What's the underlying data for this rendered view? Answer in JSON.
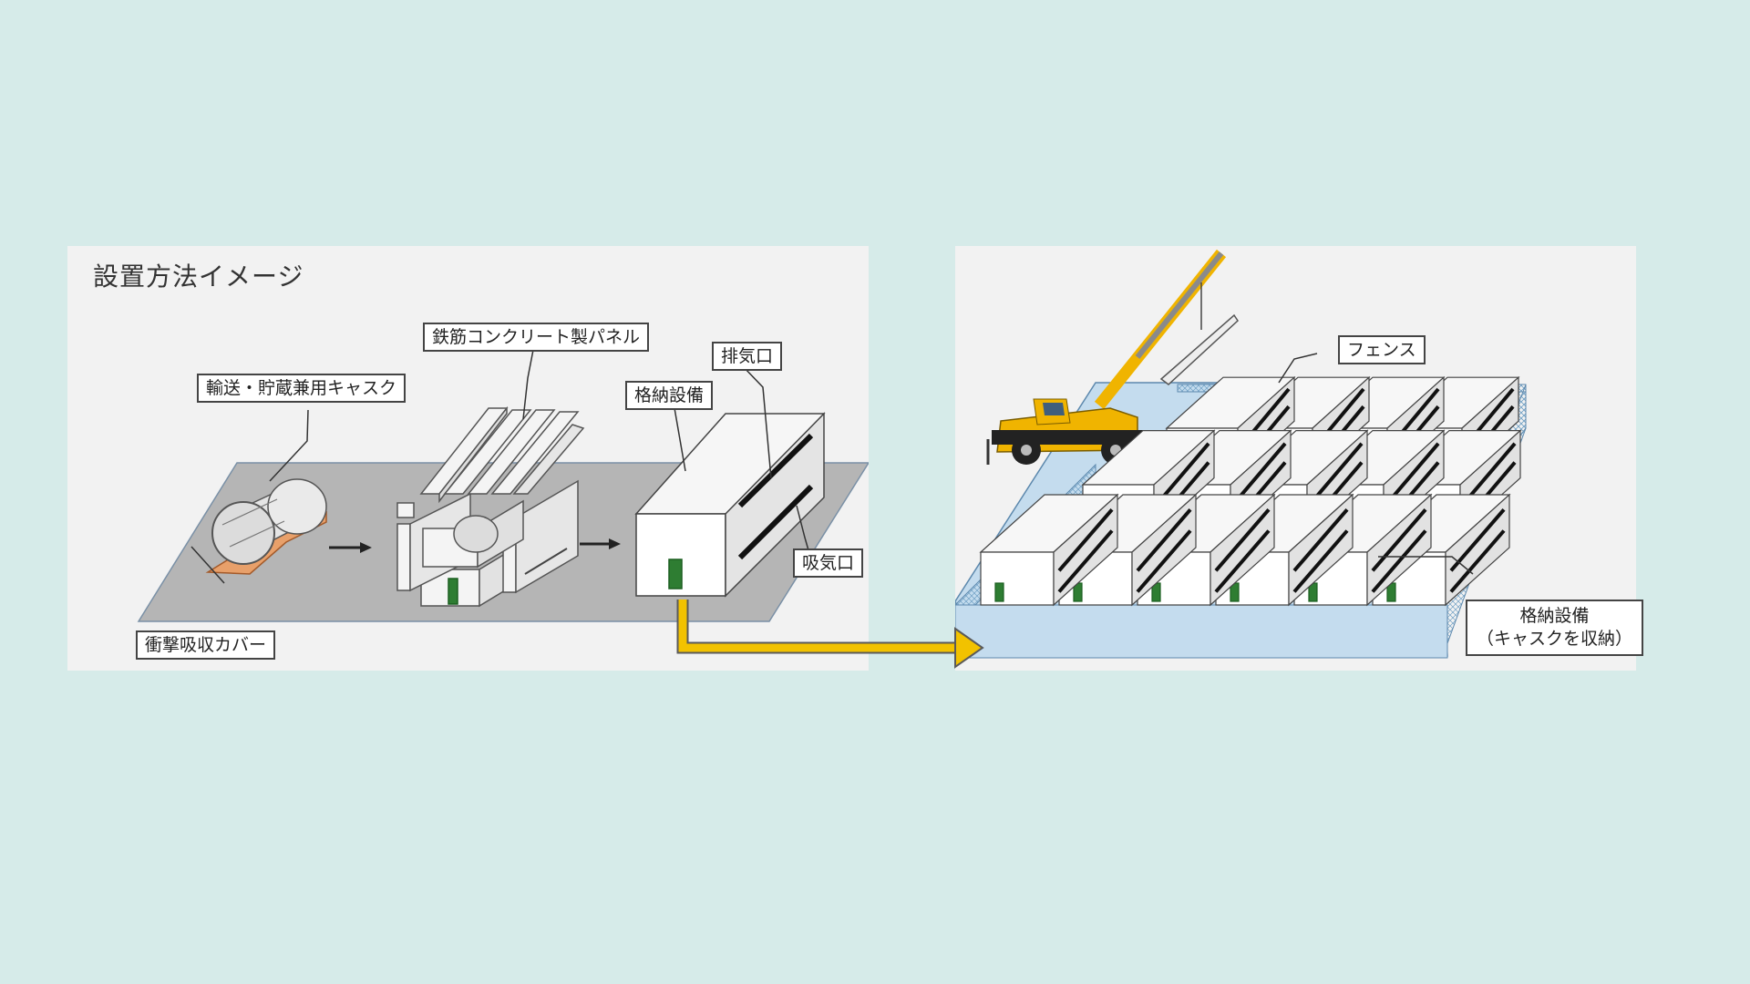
{
  "left": {
    "title": "設置方法イメージ",
    "labels": {
      "panel": "鉄筋コンクリート製パネル",
      "cask": "輸送・貯蔵兼用キャスク",
      "exhaust": "排気口",
      "storage": "格納設備",
      "intake": "吸気口",
      "cover": "衝撃吸収カバー"
    }
  },
  "right": {
    "labels": {
      "fence": "フェンス",
      "storage_line1": "格納設備",
      "storage_line2": "（キャスクを収納）"
    }
  },
  "colors": {
    "background": "#d6ebe9",
    "panel": "#f2f2f2",
    "ground": "#b5b5b5",
    "fence_base": "#c4dcee",
    "connector_arrow": "#f2c200",
    "door": "#2e7d32",
    "pallet": "#e8a06a",
    "crane_yellow": "#f0b400"
  },
  "icons": {
    "crane": "mobile-crane-icon",
    "cask": "cask-icon",
    "module": "storage-module-icon"
  }
}
